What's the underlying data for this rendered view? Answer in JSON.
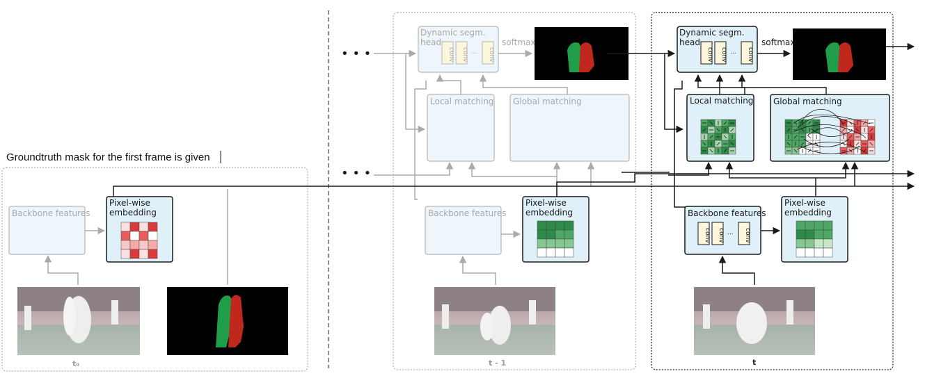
{
  "caption": "Groundtruth mask for the first frame is given",
  "ellipsis": "• • •",
  "frames": {
    "t0": "t₀",
    "tprev": "t - 1",
    "t": "t"
  },
  "blocks": {
    "backbone": "Backbone features",
    "pixel_wise_1": "Pixel-wise",
    "pixel_wise_2": "embedding",
    "local": "Local matching",
    "global": "Global matching",
    "dyn_1": "Dynamic segm.",
    "dyn_2": "head",
    "softmax": "softmax",
    "conv": "conv",
    "dots": "..."
  },
  "colors": {
    "box_fill": "#dff0f8",
    "box_fill_faded": "#eef6fb",
    "box_stroke_dark": "#1a1a1a",
    "box_stroke_faded": "#b5b5b5",
    "conv_fill": "#fbf6dc",
    "green": "#2e8b4a",
    "red": "#c0282d"
  }
}
